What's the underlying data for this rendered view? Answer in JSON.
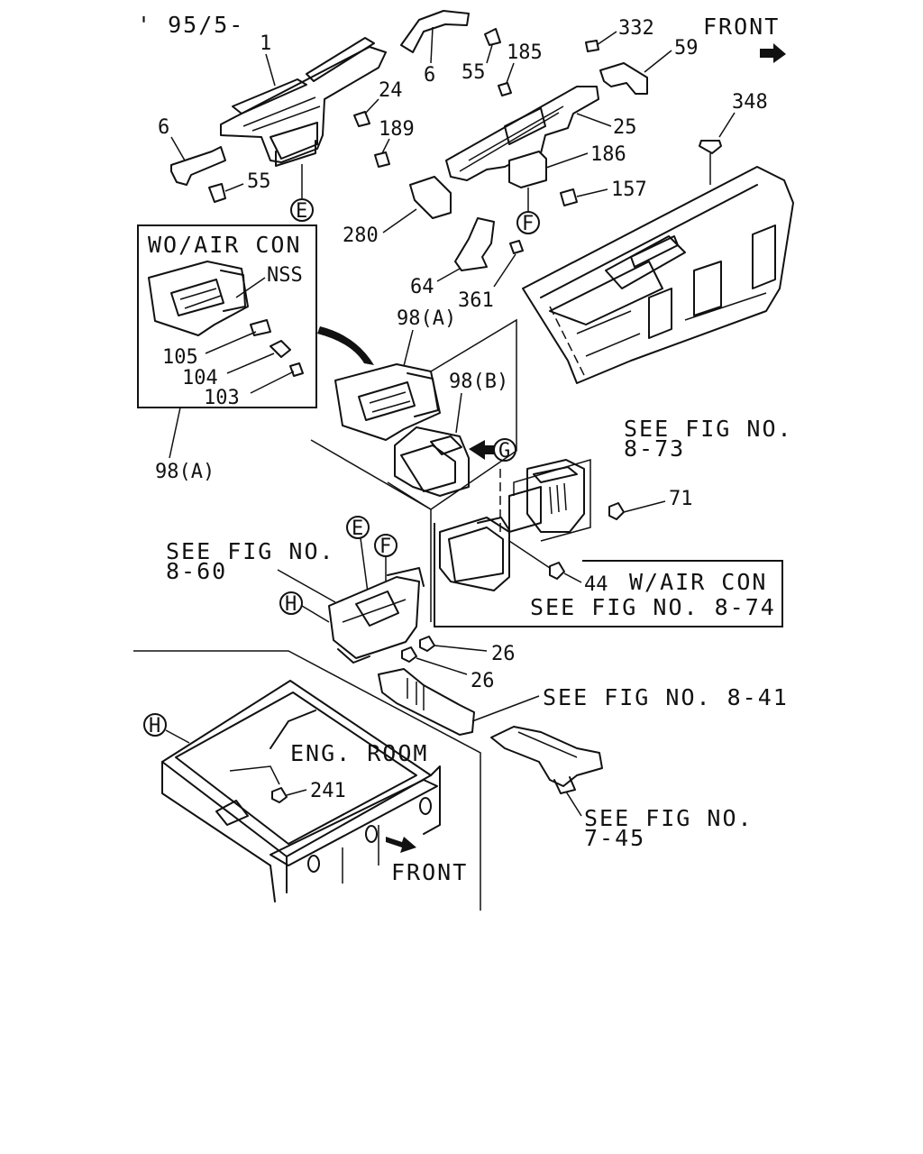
{
  "header": {
    "date_code": "' 95/5-",
    "front_arrow_label": "FRONT"
  },
  "callouts": {
    "c1": "1",
    "c6a": "6",
    "c55a": "55",
    "c332": "332",
    "c59": "59",
    "c185": "185",
    "c24": "24",
    "c25": "25",
    "c348": "348",
    "c6b": "6",
    "c55b": "55",
    "c189": "189",
    "c186": "186",
    "c157": "157",
    "c280": "280",
    "c64": "64",
    "c361": "361",
    "c98a_top": "98(A)",
    "c98b": "98(B)",
    "c71": "71",
    "c44": "44",
    "c26a": "26",
    "c26b": "26",
    "c241": "241",
    "c98a_bottom": "98(A)"
  },
  "circle_refs": {
    "E_top": "E",
    "F_top": "F",
    "G": "G",
    "E_mid": "E",
    "F_mid": "F",
    "H_mid": "H",
    "H_bottom": "H"
  },
  "inset": {
    "title": "WO/AIR CON",
    "nss": "NSS",
    "c105": "105",
    "c104": "104",
    "c103": "103"
  },
  "air_con_box": {
    "title": "W/AIR CON",
    "see_fig": "SEE FIG NO. 8-74"
  },
  "references": {
    "fig_8_73_line1": "SEE FIG NO.",
    "fig_8_73_line2": "8-73",
    "fig_8_60_line1": "SEE FIG NO.",
    "fig_8_60_line2": "8-60",
    "fig_8_41": "SEE FIG NO. 8-41",
    "fig_7_45_line1": "SEE FIG NO.",
    "fig_7_45_line2": "7-45"
  },
  "eng_room": {
    "label": "ENG. ROOM",
    "front_label": "FRONT"
  }
}
